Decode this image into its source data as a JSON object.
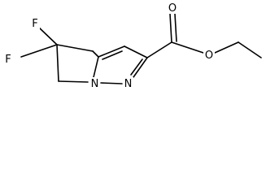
{
  "atoms": {
    "f_top": "F",
    "f_left": "F",
    "n_bridge": "N",
    "n_ring": "N",
    "o_carbonyl": "O",
    "o_ester": "O"
  }
}
